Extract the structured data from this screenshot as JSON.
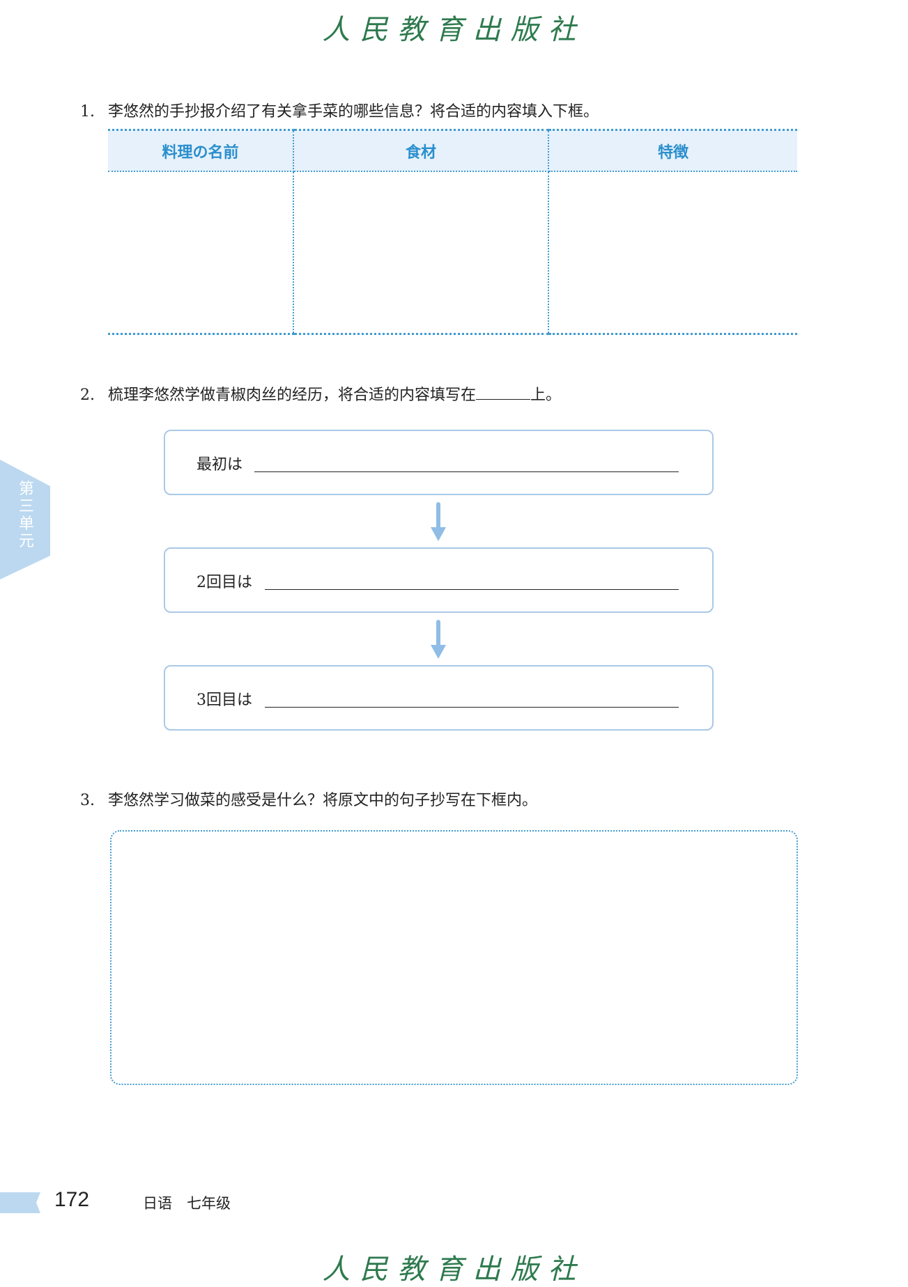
{
  "header": {
    "publisher_logo": "人民教育出版社"
  },
  "side_tab": {
    "label": "第三单元"
  },
  "question1": {
    "number": "1.",
    "text": "李悠然的手抄报介绍了有关拿手菜的哪些信息？将合适的内容填入下框。",
    "columns": [
      "料理の名前",
      "食材",
      "特徴"
    ]
  },
  "question2": {
    "number": "2.",
    "text_before": "梳理李悠然学做青椒肉丝的经历，将合适的内容填写在",
    "text_after": "上。",
    "steps": [
      "最初は",
      "2回目は",
      "3回目は"
    ]
  },
  "question3": {
    "number": "3.",
    "text": "李悠然学习做菜的感受是什么？将原文中的句子抄写在下框内。"
  },
  "footer": {
    "page_number": "172",
    "subject": "日语　七年级",
    "publisher_logo": "人民教育出版社"
  },
  "colors": {
    "accent_blue": "#3f9bd1",
    "light_blue": "#bcd8f0",
    "logo_green": "#2e7a4e"
  }
}
